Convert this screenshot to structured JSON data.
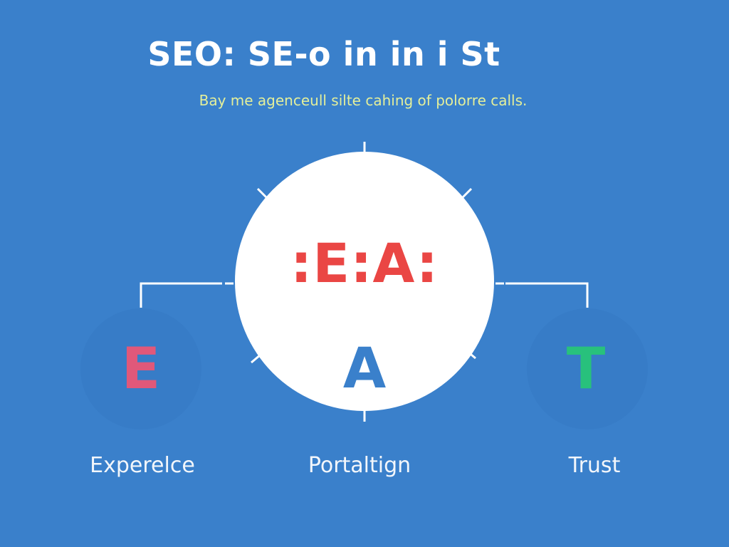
{
  "header": {
    "title": "SEO:  SE-o in in i St",
    "subtitle": "Bay me agenceull silte cahing of polorre calls."
  },
  "center_node": {
    "top_letters": ":E:A:",
    "bottom_letter": "A"
  },
  "side_nodes": [
    {
      "letter": "E",
      "label": "Experelce",
      "color": "#e0587a"
    },
    {
      "letter": "A",
      "label": "Portaltign",
      "color": "#3a80cb"
    },
    {
      "letter": "T",
      "label": "Trust",
      "color": "#28c17c"
    }
  ],
  "colors": {
    "background": "#3a80cb",
    "circle": "#ffffff",
    "center_text": "#ea4644",
    "subtitle": "#e4ef9a",
    "connector": "#ffffff"
  }
}
